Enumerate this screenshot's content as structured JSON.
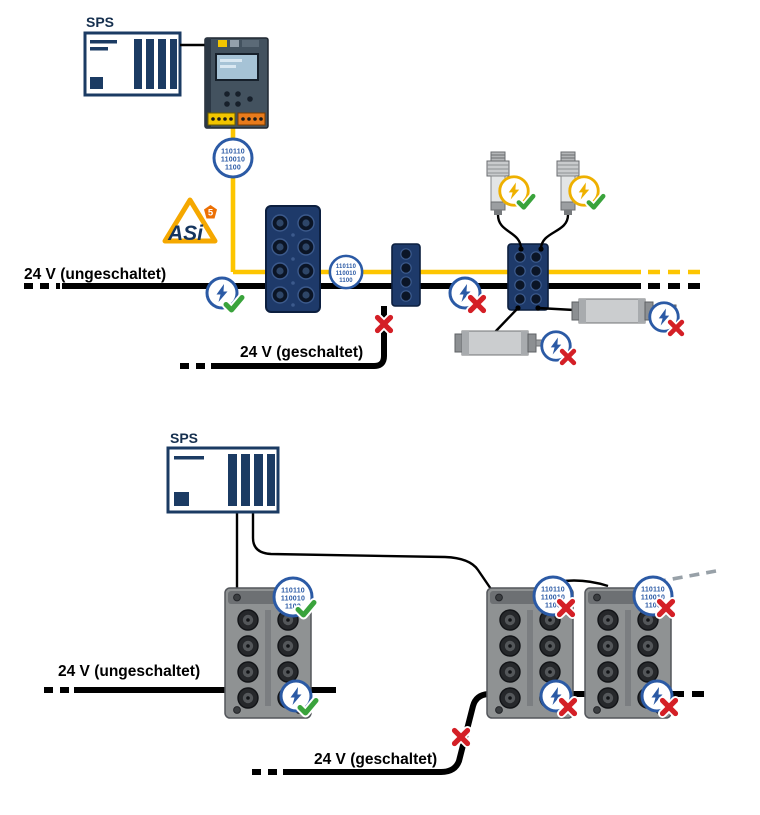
{
  "asi": {
    "name": "ASi",
    "version": "5"
  },
  "binary": {
    "line1": "110110",
    "line2": "110010",
    "line3": "1100"
  },
  "top": {
    "sps": "SPS",
    "unswitched": "24 V (ungeschaltet)",
    "switched": "24 V (geschaltet)"
  },
  "bottom": {
    "sps": "SPS",
    "unswitched": "24 V (ungeschaltet)",
    "switched": "24 V (geschaltet)"
  },
  "colors": {
    "asi_yellow": "#fdc500",
    "module_navy": "#1e3a6a",
    "signal_blue": "#2b5aa5",
    "ok_green": "#3aa33c",
    "fail_red": "#d41f26",
    "module_grey": "#8f9293"
  }
}
